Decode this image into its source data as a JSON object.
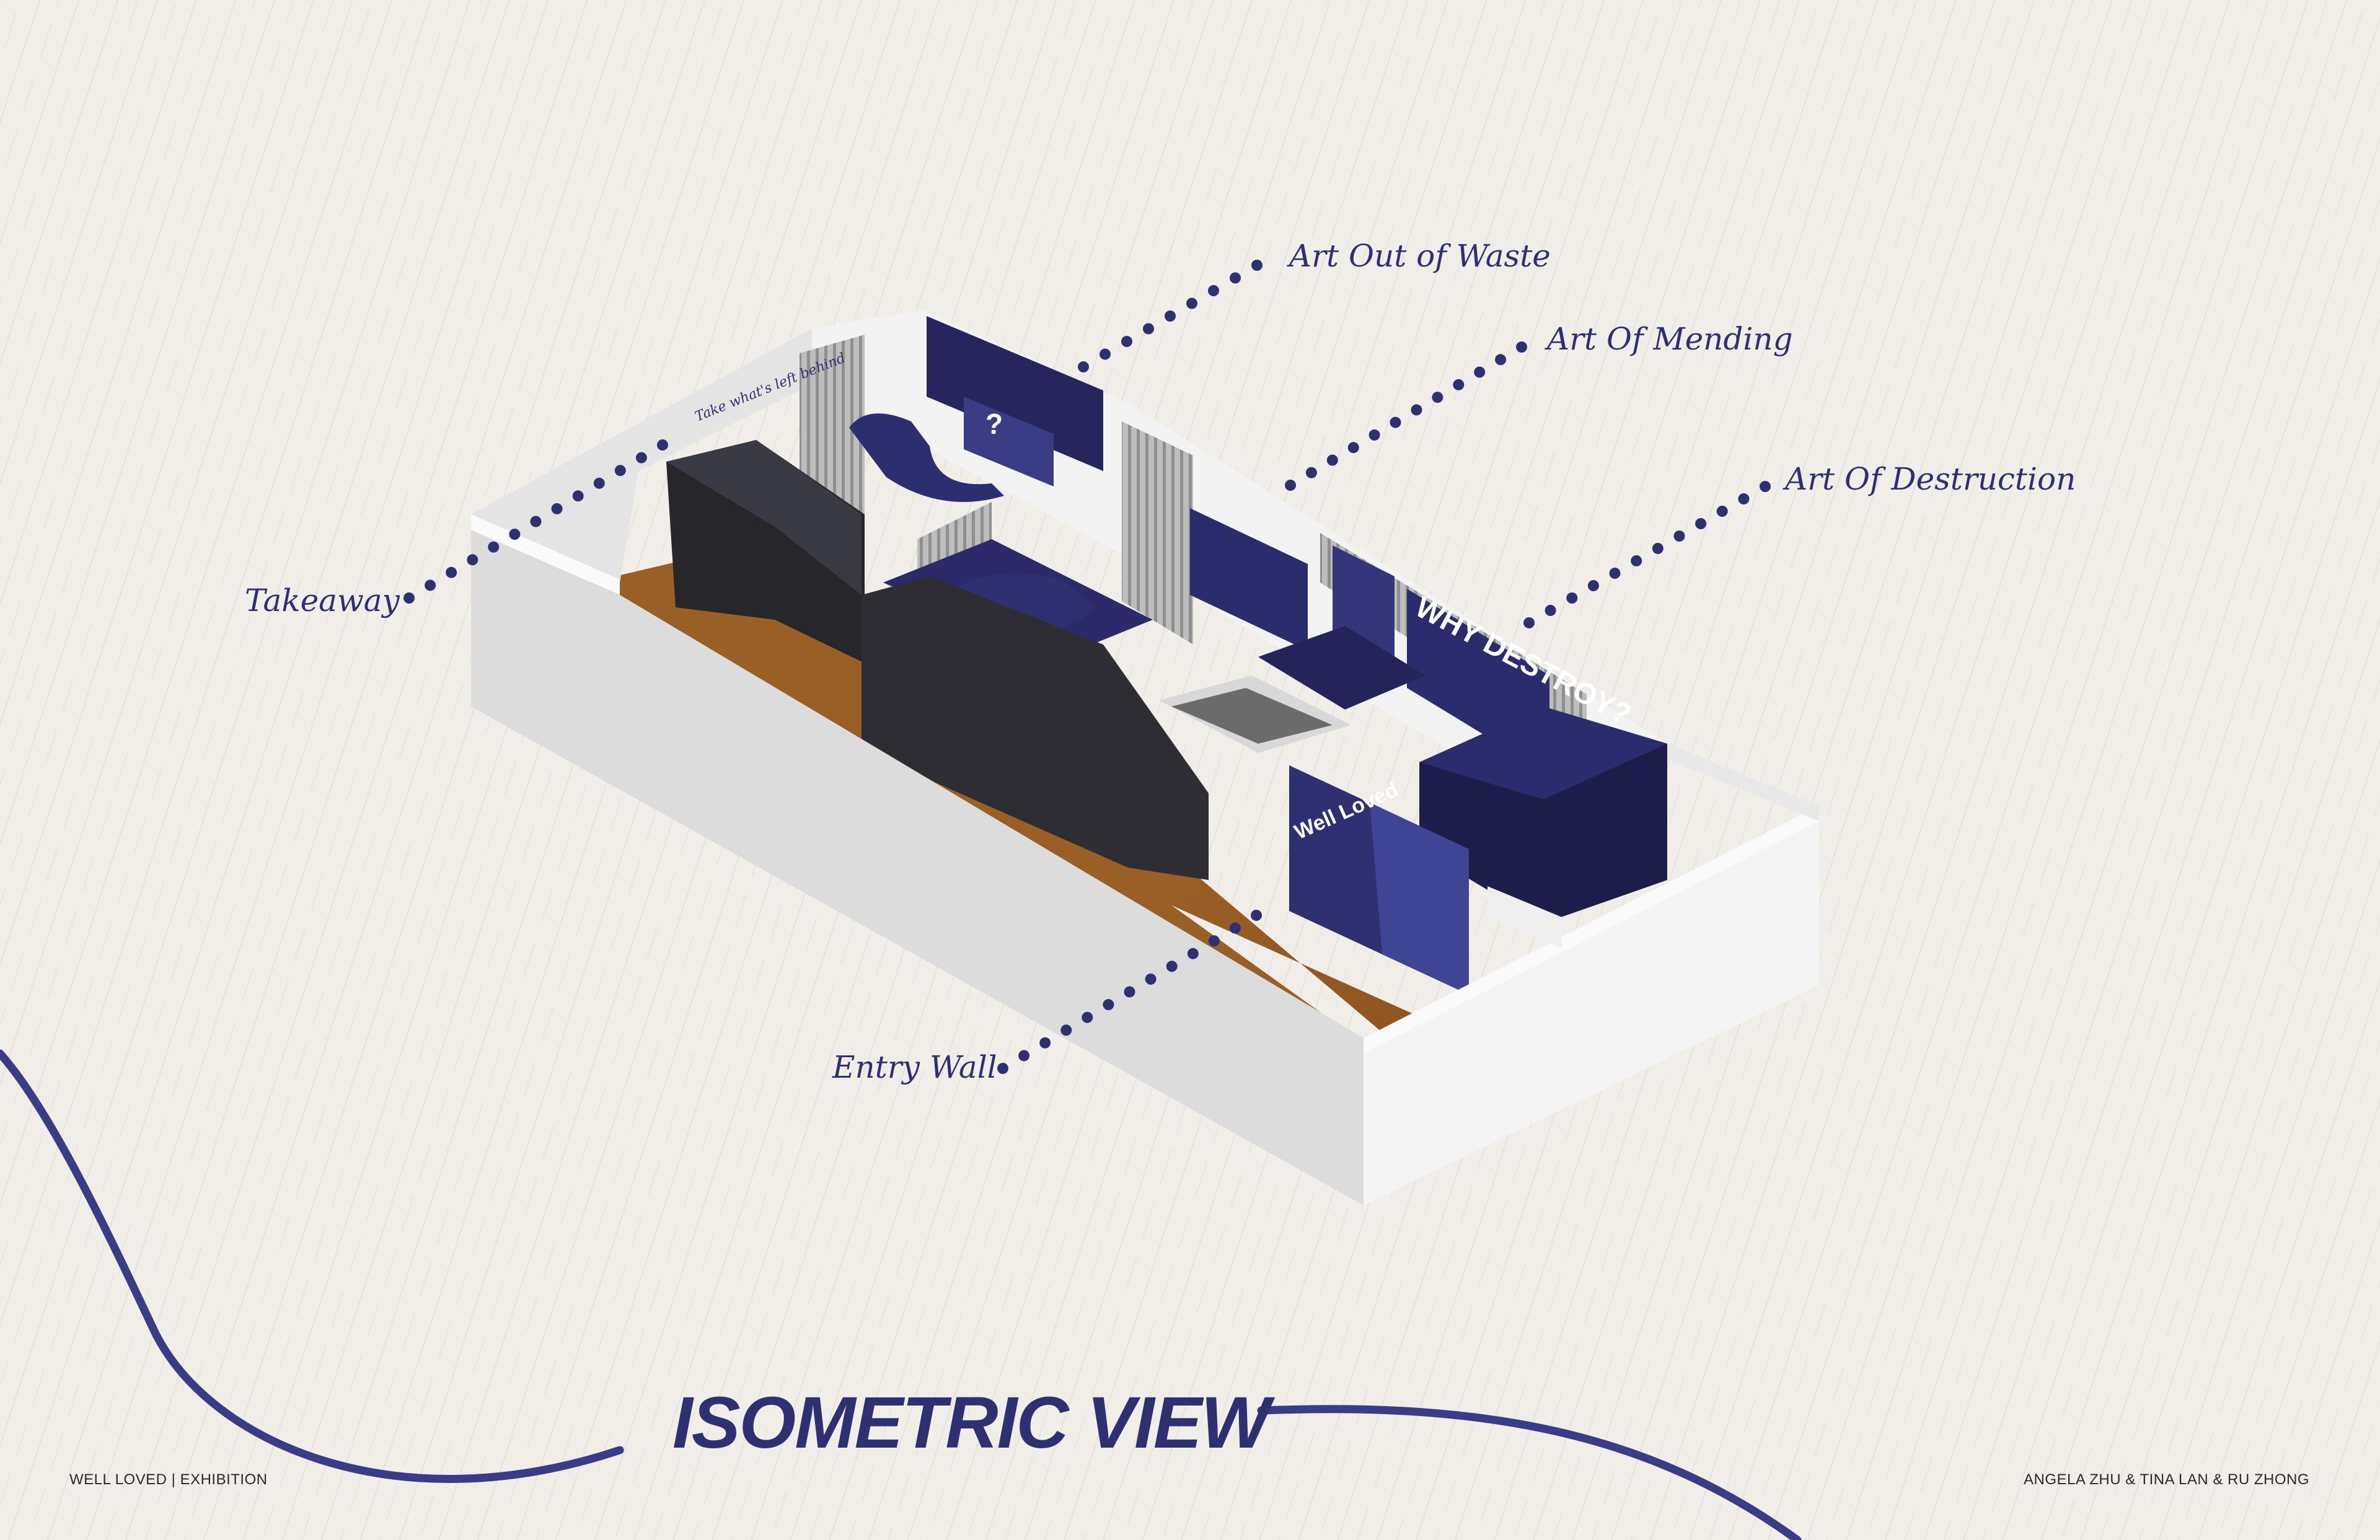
{
  "title": "ISOMETRIC VIEW",
  "footer": {
    "left": "WELL LOVED | EXHIBITION",
    "right": "ANGELA ZHU & TINA LAN & RU ZHONG"
  },
  "callouts": {
    "art_out_of_waste": "Art Out of Waste",
    "art_of_mending": "Art Of Mending",
    "art_of_destruction": "Art Of Destruction",
    "takeaway": "Takeaway",
    "entry_wall": "Entry Wall"
  },
  "signage": {
    "why_destroy": "WHY DESTROY?",
    "well_loved": "Well Loved",
    "question_mark": "?",
    "takeaway_wall": "Take what's left behind"
  },
  "colors": {
    "navy": "#2f3072",
    "dark_navy": "#1d1d4a",
    "background": "#f1ede8",
    "wall_white": "#ececec",
    "floor_wood": "#a4652a",
    "partition_black": "#26262b"
  }
}
